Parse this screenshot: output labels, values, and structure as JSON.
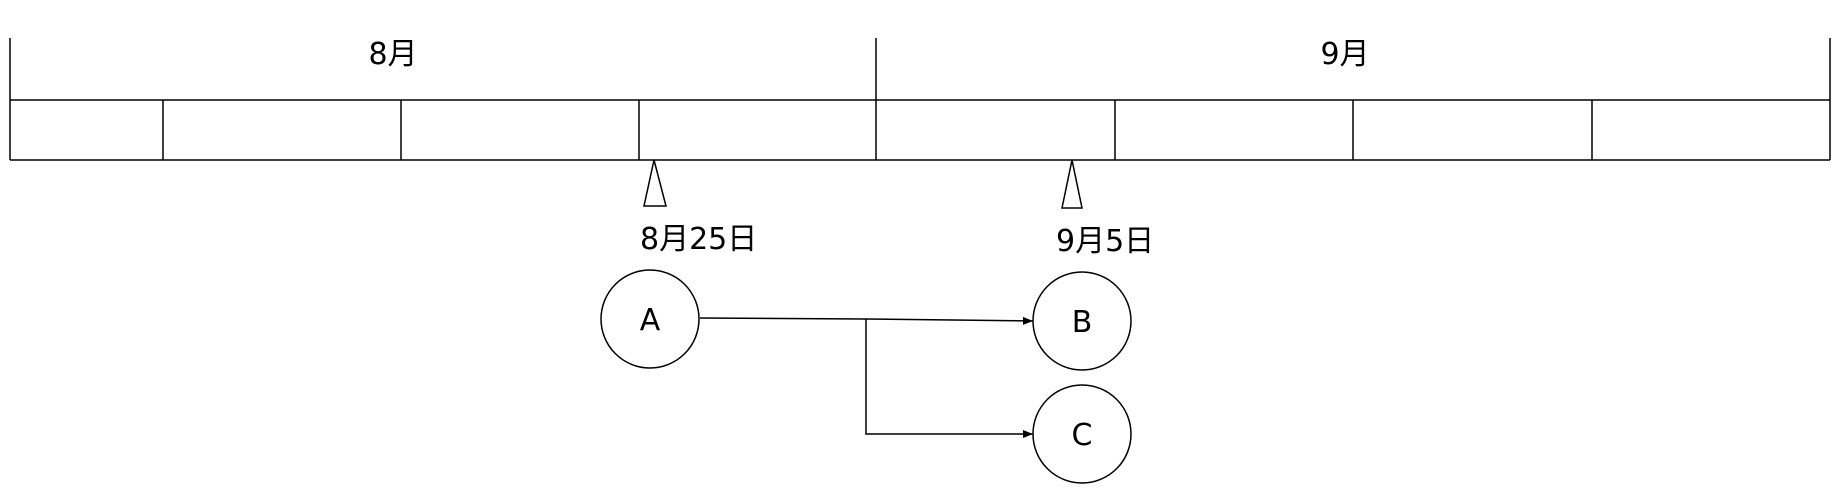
{
  "months": [
    {
      "label": "8月"
    },
    {
      "label": "9月"
    }
  ],
  "markers": [
    {
      "id": "marker-aug25",
      "label": "8月25日"
    },
    {
      "id": "marker-sep5",
      "label": "9月5日"
    }
  ],
  "nodes": [
    {
      "id": "A",
      "label": "A"
    },
    {
      "id": "B",
      "label": "B"
    },
    {
      "id": "C",
      "label": "C"
    }
  ],
  "edges": [
    {
      "from": "A",
      "to": "B"
    },
    {
      "from": "A",
      "to": "C"
    }
  ]
}
